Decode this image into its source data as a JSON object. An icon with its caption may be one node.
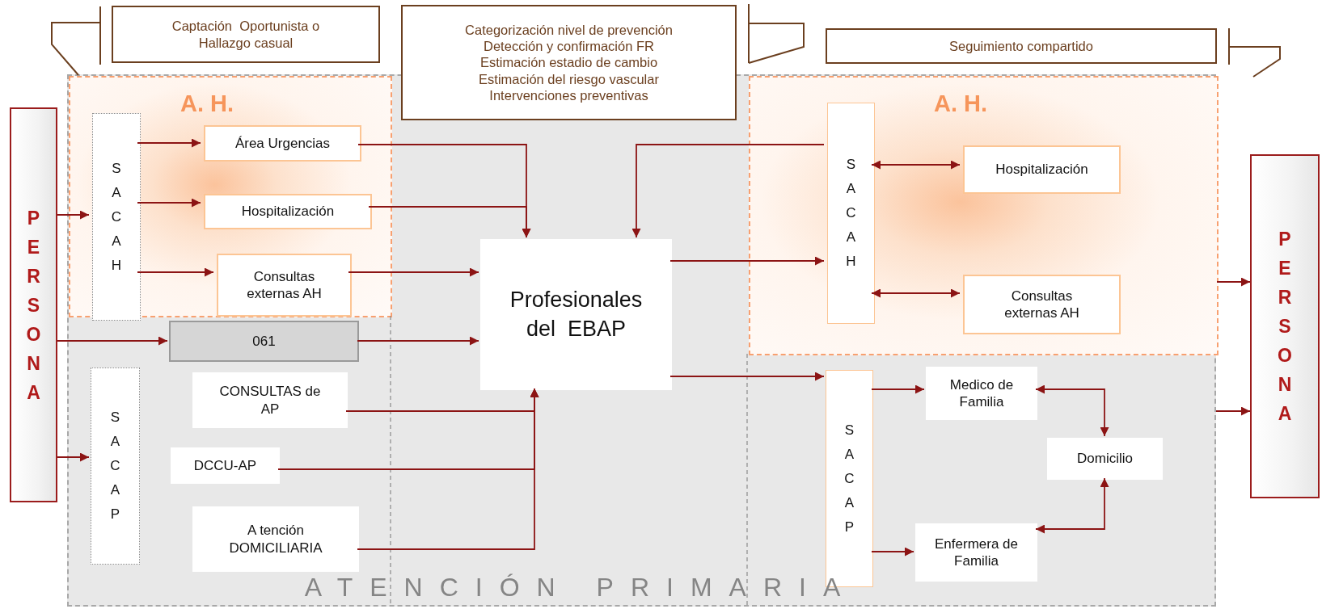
{
  "diagram": {
    "nodes": [
      {
        "text": [
          "Captación  Oportunista o Hallazgo casual"
        ]
      },
      {
        "text": [
          "Categorización nivel de prevención",
          "Detección y confirmación FR",
          "Estimación estadio de cambio",
          "Estimación del riesgo vascular",
          "Intervenciones preventivas"
        ]
      },
      {
        "text": [
          "Seguimiento compartido"
        ]
      },
      {
        "text": [
          "PERSONA"
        ]
      },
      {
        "text": [
          "ATENCIÓN PRIMARIA"
        ]
      },
      {
        "text": [
          "A. H."
        ],
        "in": 4
      },
      {
        "text": [
          "SAC AH"
        ],
        "in": 5
      },
      {
        "text": [
          "Área Urgencias"
        ],
        "in": 5
      },
      {
        "text": [
          "Hospitalización"
        ],
        "in": 5
      },
      {
        "text": [
          "Consultas externas AH"
        ],
        "in": 5
      },
      {
        "text": [
          "061"
        ],
        "in": 4
      },
      {
        "text": [
          "SAC AP"
        ],
        "in": 4
      },
      {
        "text": [
          "CONSULTAS de AP"
        ],
        "in": 4
      },
      {
        "text": [
          "DCCU-AP"
        ],
        "in": 4
      },
      {
        "text": [
          "A tención DOMICILIARIA"
        ],
        "in": 4
      },
      {
        "text": [
          "Profesionales del  EBAP"
        ],
        "in": 4
      },
      {
        "text": [
          "A. H."
        ],
        "in": 4
      },
      {
        "text": [
          "SAC AH"
        ],
        "in": 16
      },
      {
        "text": [
          "Hospitalización"
        ],
        "in": 16
      },
      {
        "text": [
          "Consultas externas AH"
        ],
        "in": 16
      },
      {
        "text": [
          "SAC AP"
        ],
        "in": 4
      },
      {
        "text": [
          "Medico de Familia"
        ],
        "in": 4
      },
      {
        "text": [
          "Domicilio"
        ],
        "in": 4
      },
      {
        "text": [
          "Enfermera de Familia"
        ],
        "in": 4
      },
      {
        "text": [
          "PERSONA"
        ]
      }
    ],
    "edges": [
      {
        "from": 3,
        "to": 6,
        "arrow": "to"
      },
      {
        "from": 3,
        "to": 10,
        "arrow": "to"
      },
      {
        "from": 3,
        "to": 11,
        "arrow": "to"
      },
      {
        "from": 6,
        "to": 7,
        "arrow": "to"
      },
      {
        "from": 6,
        "to": 8,
        "arrow": "to"
      },
      {
        "from": 6,
        "to": 9,
        "arrow": "to"
      },
      {
        "from": 10,
        "to": 15,
        "arrow": "to"
      },
      {
        "from": 7,
        "to": 15,
        "arrow": "to"
      },
      {
        "from": 8,
        "to": 15,
        "arrow": "to"
      },
      {
        "from": 9,
        "to": 15,
        "arrow": "to"
      },
      {
        "from": 12,
        "to": 15,
        "arrow": "to"
      },
      {
        "from": 13,
        "to": 15,
        "arrow": "to"
      },
      {
        "from": 14,
        "to": 15,
        "arrow": "to"
      },
      {
        "from": 17,
        "to": 15,
        "arrow": "to"
      },
      {
        "from": 15,
        "to": 17,
        "arrow": "to"
      },
      {
        "from": 15,
        "to": 20,
        "arrow": "to"
      },
      {
        "from": 17,
        "to": 18,
        "arrow": "both"
      },
      {
        "from": 17,
        "to": 19,
        "arrow": "both"
      },
      {
        "from": 20,
        "to": 21,
        "arrow": "to"
      },
      {
        "from": 20,
        "to": 23,
        "arrow": "to"
      },
      {
        "from": 21,
        "to": 22,
        "arrow": "both"
      },
      {
        "from": 23,
        "to": 22,
        "arrow": "both"
      },
      {
        "from": 16,
        "to": 24,
        "arrow": "to"
      },
      {
        "from": 4,
        "to": 24,
        "arrow": "to"
      }
    ]
  }
}
